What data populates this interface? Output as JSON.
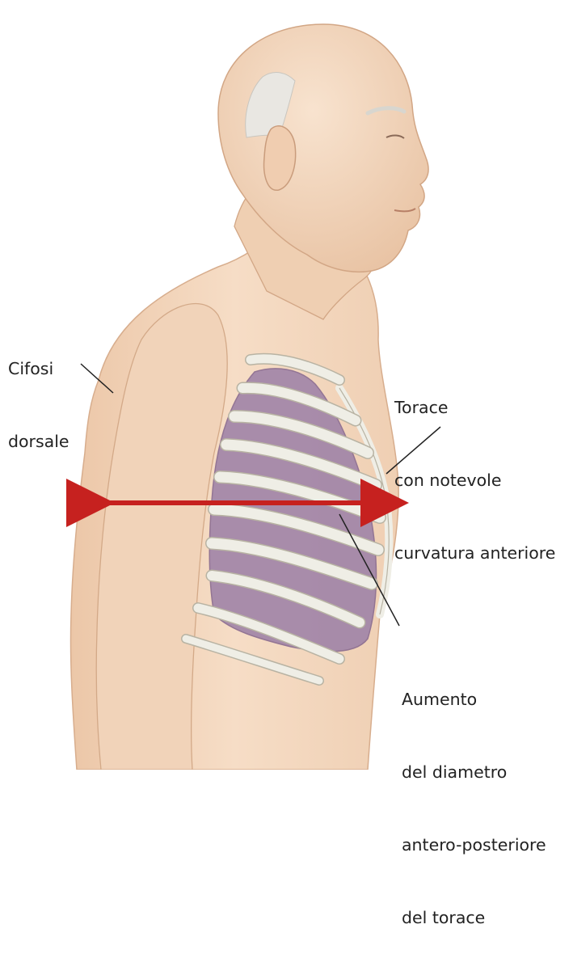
{
  "labels": {
    "kyphosis": [
      "Cifosi",
      "dorsale"
    ],
    "thorax": [
      "Torace",
      "con notevole",
      "curvatura anteriore"
    ],
    "diameter": [
      "Aumento",
      "del diametro",
      "antero-posteriore",
      "del torace"
    ]
  },
  "colors": {
    "skin": "#f3d9c1",
    "skin_shade": "#e6c0a2",
    "hair": "#e8e6e1",
    "rib": "#efeee6",
    "rib_outline": "#b8b3a3",
    "lung": "#a488a9",
    "arrow": "#c6211f",
    "leader": "#222222"
  }
}
